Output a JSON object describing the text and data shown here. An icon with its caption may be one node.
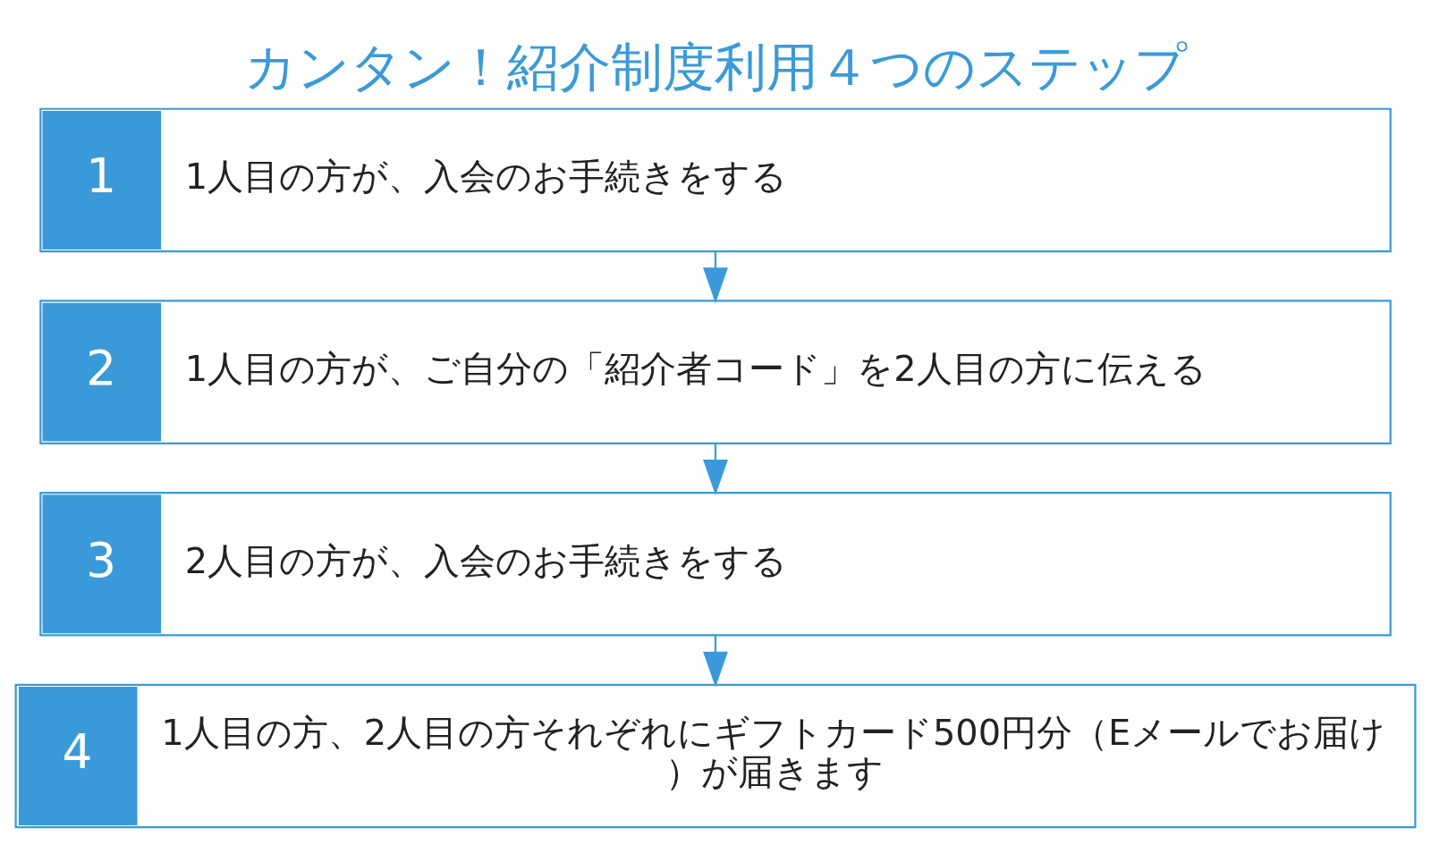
{
  "diagram": {
    "title": "カンタン！紹介制度利用４つのステップ",
    "nodes": [
      {
        "text": [
          "1",
          "1人目の方が、入会のお手続きをする"
        ]
      },
      {
        "text": [
          "2",
          "1人目の方が、ご自分の「紹介者コード」を2人目の方に伝える"
        ]
      },
      {
        "text": [
          "3",
          "2人目の方が、入会のお手続きをする"
        ]
      },
      {
        "text": [
          "4",
          "1人目の方、2人目の方それぞれにギフトカード500円分（Eメールでお届け）が届きます"
        ]
      }
    ],
    "edges": [
      {
        "from": 0,
        "to": 1,
        "arrow": "to"
      },
      {
        "from": 1,
        "to": 2,
        "arrow": "to"
      },
      {
        "from": 2,
        "to": 3,
        "arrow": "to"
      }
    ]
  }
}
